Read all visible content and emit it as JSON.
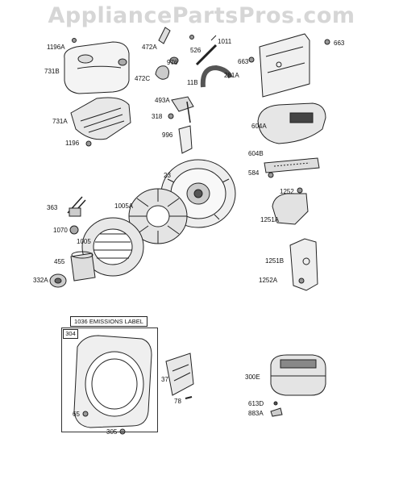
{
  "watermark": "AppliancePartsPros.com",
  "emissions_label": "1036 EMISSIONS LABEL",
  "callouts": {
    "p1196A": "1196A",
    "p731B": "731B",
    "p472A": "472A",
    "p526": "526",
    "p1011": "1011",
    "p663a": "663",
    "p663b": "663",
    "p281A": "281A",
    "p976": "976",
    "p472C": "472C",
    "p11B": "11B",
    "p493A": "493A",
    "p318": "318",
    "p731A": "731A",
    "p996": "996",
    "p1196": "1196",
    "p604A": "604A",
    "p604B": "604B",
    "p584": "584",
    "p23": "23",
    "p1252": "1252",
    "p363": "363",
    "p1005A": "1005A",
    "p1251A": "1251A",
    "p1070": "1070",
    "p1005": "1005",
    "p455": "455",
    "p1251B": "1251B",
    "p332A": "332A",
    "p1252A": "1252A",
    "p304": "304",
    "p37": "37",
    "p300E": "300E",
    "p78": "78",
    "p65": "65",
    "p613D": "613D",
    "p883A": "883A",
    "p305": "305"
  }
}
